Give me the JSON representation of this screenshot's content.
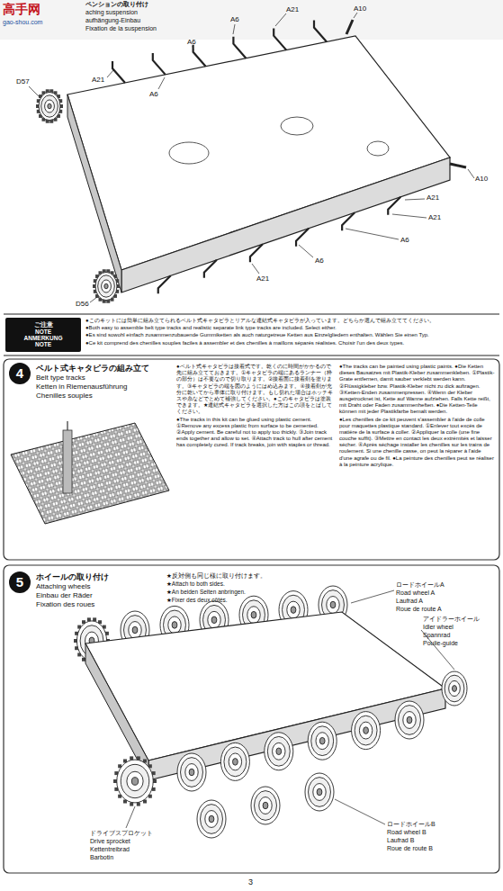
{
  "diagram": {
    "nodes": [
      {
        "text": [
          "ご注意",
          "NOTE",
          "ANMERKUNG",
          "NOTE"
        ]
      },
      {
        "text": [
          "4"
        ]
      },
      {
        "text": [
          "5"
        ]
      }
    ],
    "labels": [
      "高手网",
      "gao-shou.com",
      "ペンションの取り付け",
      "aching suspension",
      "aufhängung-Einbau",
      "Fixation de la suspension",
      "A21",
      "A6",
      "A10",
      "A6",
      "A21",
      "A6",
      "D57",
      "A10",
      "A21",
      "A21",
      "A6",
      "A6",
      "A21",
      "D56",
      "●このキットには簡単に組み立てられるベルト式キャタピラとリアルな連結式キャタピラが入っています。どちらか選んで組み立ててください。",
      "●Both easy to assemble belt type tracks and realistic separate link type tracks are included. Select either.",
      "●Es sind sowohl einfach zusammenzubauende Gummiketten als auch naturgetreue Ketten aus Einzelgliedern enthalten. Wählen Sie einen Typ.",
      "●Ce kit comprend des chenilles souples faciles à assembler et des chenilles à maillons séparés réalistes. Choisir l'un des deux types.",
      "ベルト式キャタピラの組み立て",
      "Belt type tracks",
      "Ketten in Riemenausführung",
      "Chenilles souples",
      "●ベルト式キャタピラは接着式です。乾くのに時間がかかるので先に組み立てておきます。①キャタピラの端にあるランナー（枠の部分）は不要なので切り取ります。②接着面に接着剤を塗ります。③キャタピラの端を図のようにはめ込みます。④接着剤が充分に乾いてから車体に取り付けます。もし切れた場合はホッチキスや糸などでとめて補強してください。●このキャタピラは塗装できます。★連結式キャタピラを選択した方はこの項をとばしてください。",
      "●The tracks in this kit can be glued using plastic cement. ①Remove any excess plastic from surface to be cemented. ②Apply cement. Be careful not to apply too thickly. ③Join track ends together and allow to set. ④Attach track to hull after cement has completely cured. If track breaks, join with staples or thread.",
      "●The tracks can be painted using plastic paints. ●Die Ketten dieses Bausatzes mit Plastik-Kleber zusammenkleben. ①Plastik-Grate entfernen, damit sauber verklebt werden kann. ②Flüssigkleber bzw. Plastik-Kleber nicht zu dick auftragen. ③Ketten-Enden zusammenpressen. ④Wenn der Kleber ausgetrocknet ist, Kette auf Wanne aufziehen. Falls Kette reißt, mit Draht oder Faden zusammenheften. ●Die Ketten-Teile können mit jeder Plastikfarbe bemalt werden.",
      "●Les chenilles de ce kit peuvent s'assembler à l'aide de colle pour maquettes plastique standard. ①Enlever tout excès de matière de la surface à coller. ②Appliquer la colle (une fine couche suffit). ③Mettre en contact les deux extrémités et laisser sécher. ④Après séchage installer les chenilles sur les trains de roulement. Si une chenille casse, on peut la réparer à l'aide d'une agrafe ou de fil. ●La peinture des chenilles peut se réaliser à la peinture acrylique.",
      "ホイールの取り付け",
      "Attaching wheels",
      "Einbau der Räder",
      "Fixation des roues",
      "★反対側も同じ様に取り付けます。",
      "★Attach to both sides.",
      "★An beiden Seiten anbringen.",
      "★Fixer des deux côtés.",
      "ロードホイールA",
      "Road wheel A",
      "Laufrad A",
      "Roue de route A",
      "アイドラーホイール",
      "Idler wheel",
      "Spannrad",
      "Poulie-guide",
      "ロードホイールB",
      "Road wheel B",
      "Laufrad B",
      "Roue de route B",
      "ドライブスプロケット",
      "Drive sprocket",
      "Kettentreibrad",
      "Barbotin",
      "3"
    ]
  }
}
